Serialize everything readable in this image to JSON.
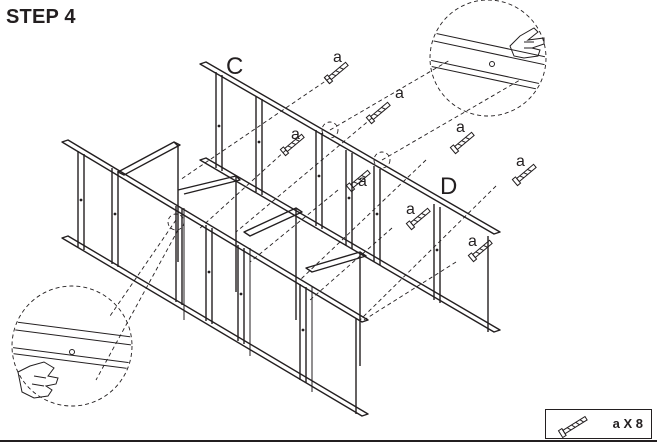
{
  "step": {
    "title": "STEP 4"
  },
  "panels": {
    "left": "C",
    "right": "D"
  },
  "screw_label": "a",
  "legend": {
    "text": "a X 8",
    "icon": "screw-icon"
  },
  "detail_icons": [
    "hand-pointer-icon",
    "hand-pointer-icon"
  ]
}
